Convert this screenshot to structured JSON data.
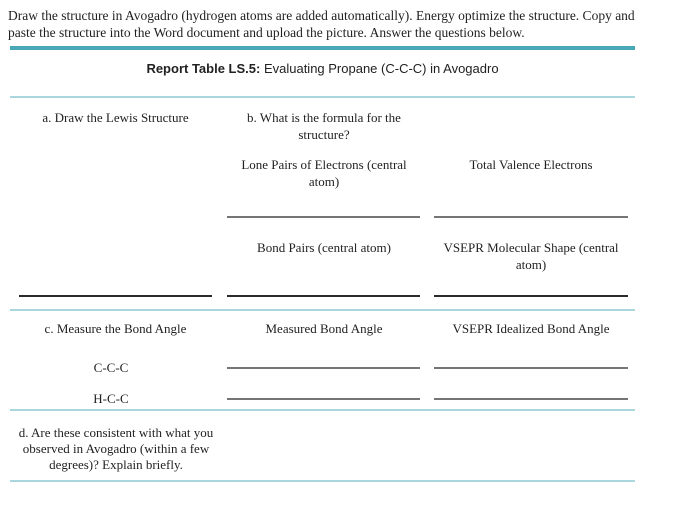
{
  "intro": {
    "text": "Draw the structure in Avogadro (hydrogen atoms are added automatically). Energy optimize the structure. Copy and paste the structure into the Word document and upload the picture. Answer the questions below."
  },
  "table": {
    "title_bold": "Report Table LS.5:",
    "title_rest": " Evaluating Propane (C-C-C) in Avogadro",
    "section_ab": {
      "a_label": "a. Draw the Lewis Structure",
      "b_label": "b. What is the formula for the structure?",
      "lone_pairs_label": "Lone Pairs of Electrons (central atom)",
      "total_valence_label": "Total Valence Electrons",
      "bond_pairs_label": "Bond Pairs (central atom)",
      "vsepr_shape_label": "VSEPR Molecular Shape (central atom)"
    },
    "section_c": {
      "c_label": "c. Measure the Bond Angle",
      "measured_label": "Measured Bond Angle",
      "vsepr_ideal_label": "VSEPR Idealized Bond Angle",
      "row1_label": "C-C-C",
      "row2_label": "H-C-C"
    },
    "section_d": {
      "d_label": "d. Are these consistent with what you observed in Avogadro (within a few degrees)? Explain briefly."
    }
  },
  "colors": {
    "rule_teal": "#49a8b7",
    "rule_teal_light": "#aad6dd",
    "blank_gray": "#757575",
    "blank_dark": "#2b2b2b",
    "text": "#1f1f1f"
  }
}
